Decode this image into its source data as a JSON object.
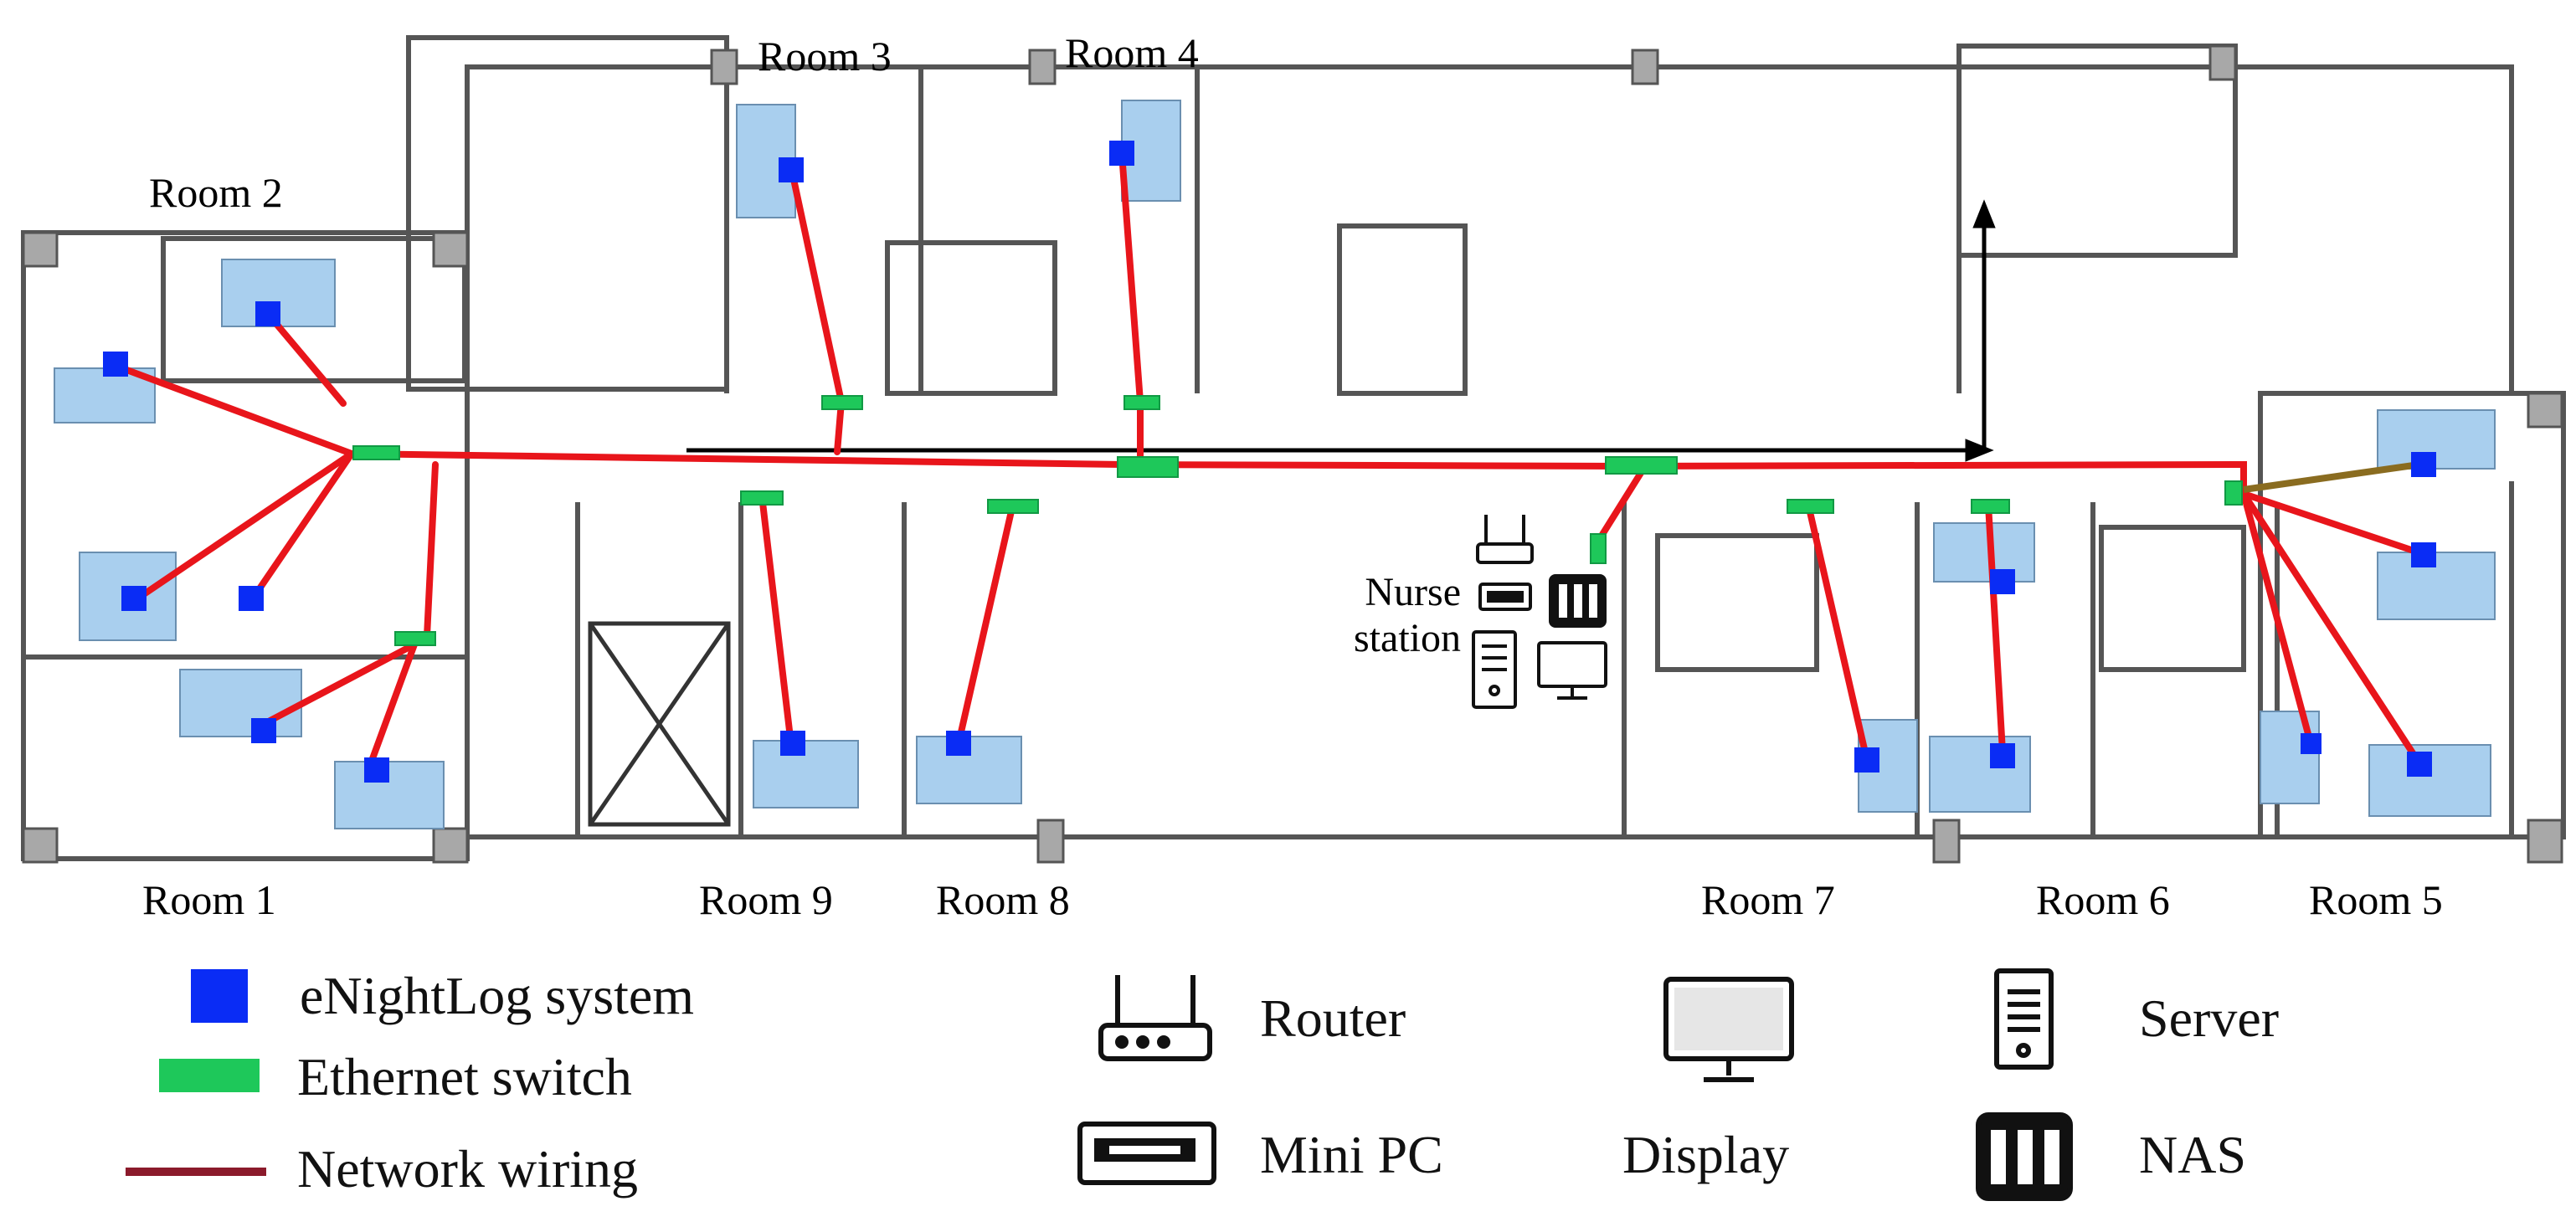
{
  "colors": {
    "wall": "#bdbdbd",
    "wall_dark": "#4a4a4a",
    "bed": "#a9cfee",
    "device": "#0a2cf5",
    "switch": "#1ec85a",
    "wire": "#e8151b",
    "legend_wire": "#8b1a2b"
  },
  "rooms": {
    "room1": "Room 1",
    "room2": "Room 2",
    "room3": "Room 3",
    "room4": "Room 4",
    "room5": "Room 5",
    "room6": "Room 6",
    "room7": "Room 7",
    "room8": "Room 8",
    "room9": "Room 9"
  },
  "nurse_station": "Nurse\nstation",
  "legend": {
    "enightlog": "eNightLog system",
    "switch": "Ethernet switch",
    "wiring": "Network wiring",
    "router": "Router",
    "minipc": "Mini PC",
    "display": "Display",
    "server": "Server",
    "nas": "NAS"
  },
  "icons": [
    "router-icon",
    "mini-pc-icon",
    "display-icon",
    "server-icon",
    "nas-icon"
  ]
}
